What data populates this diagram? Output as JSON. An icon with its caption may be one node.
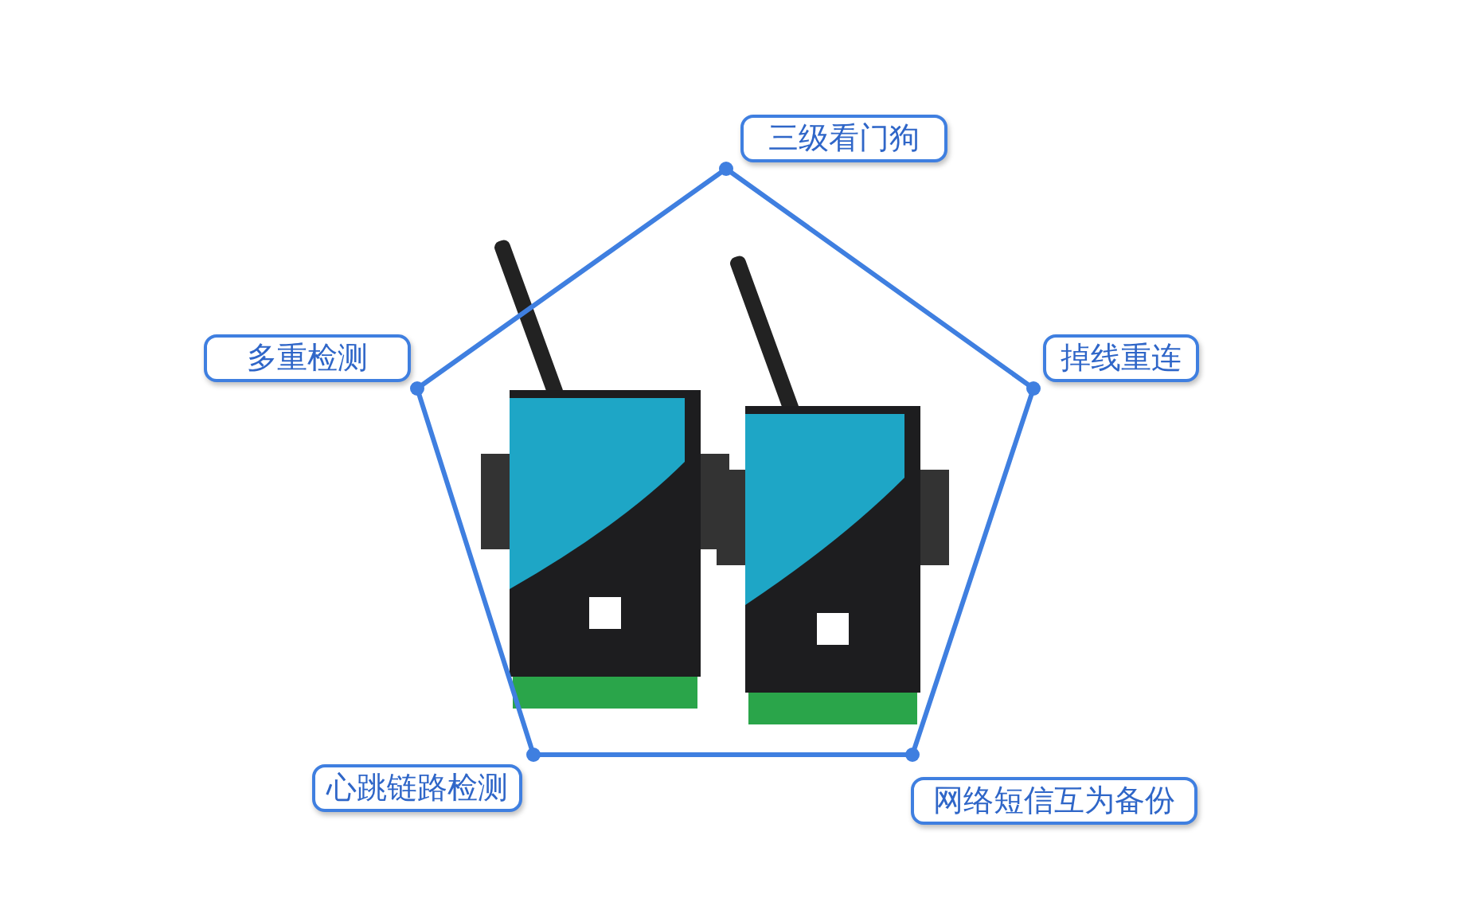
{
  "diagram": {
    "nodes": [
      {
        "text": [
          "三级看门狗"
        ]
      },
      {
        "text": [
          "多重检测"
        ]
      },
      {
        "text": [
          "掉线重连"
        ]
      },
      {
        "text": [],
        "shape": "picture"
      },
      {
        "text": [
          "心跳链路检测"
        ]
      },
      {
        "text": [
          "网络短信互为备份"
        ]
      }
    ]
  }
}
